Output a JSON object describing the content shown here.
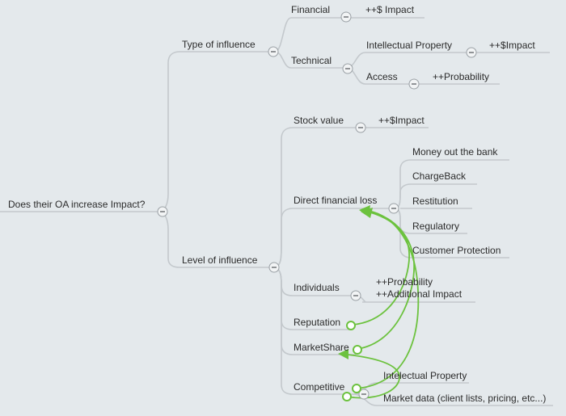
{
  "root": {
    "label": "Does their OA increase Impact?"
  },
  "type_of_influence": {
    "label": "Type of influence",
    "financial": {
      "label": "Financial",
      "child": "++$ Impact"
    },
    "technical": {
      "label": "Technical",
      "intellectual_property": {
        "label": "Intellectual Property",
        "child": "++$Impact"
      },
      "access": {
        "label": "Access",
        "child": "++Probability"
      }
    }
  },
  "level_of_influence": {
    "label": "Level of influence",
    "stock_value": {
      "label": "Stock value",
      "child": "++$Impact"
    },
    "direct_financial_loss": {
      "label": "Direct financial loss",
      "children": [
        "Money out the bank",
        "ChargeBack",
        "Restitution",
        "Regulatory",
        "Customer Protection"
      ]
    },
    "individuals": {
      "label": "Individuals",
      "child_lines": [
        "++Probability",
        "++Additional Impact"
      ]
    },
    "reputation": {
      "label": "Reputation"
    },
    "market_share": {
      "label": "MarketShare"
    },
    "competitive": {
      "label": "Competitive",
      "children": [
        "Intelectual Property",
        "Market data (client lists, pricing, etc...)"
      ]
    }
  },
  "colors": {
    "background": "#e4e9ec",
    "branch": "#c3c8cc",
    "relationship": "#6cc23e",
    "text": "#2b2b2b"
  },
  "icons": {
    "collapse": "minus-circle-icon",
    "relationship_start": "hollow-circle-icon",
    "relationship_end": "arrowhead-icon"
  }
}
